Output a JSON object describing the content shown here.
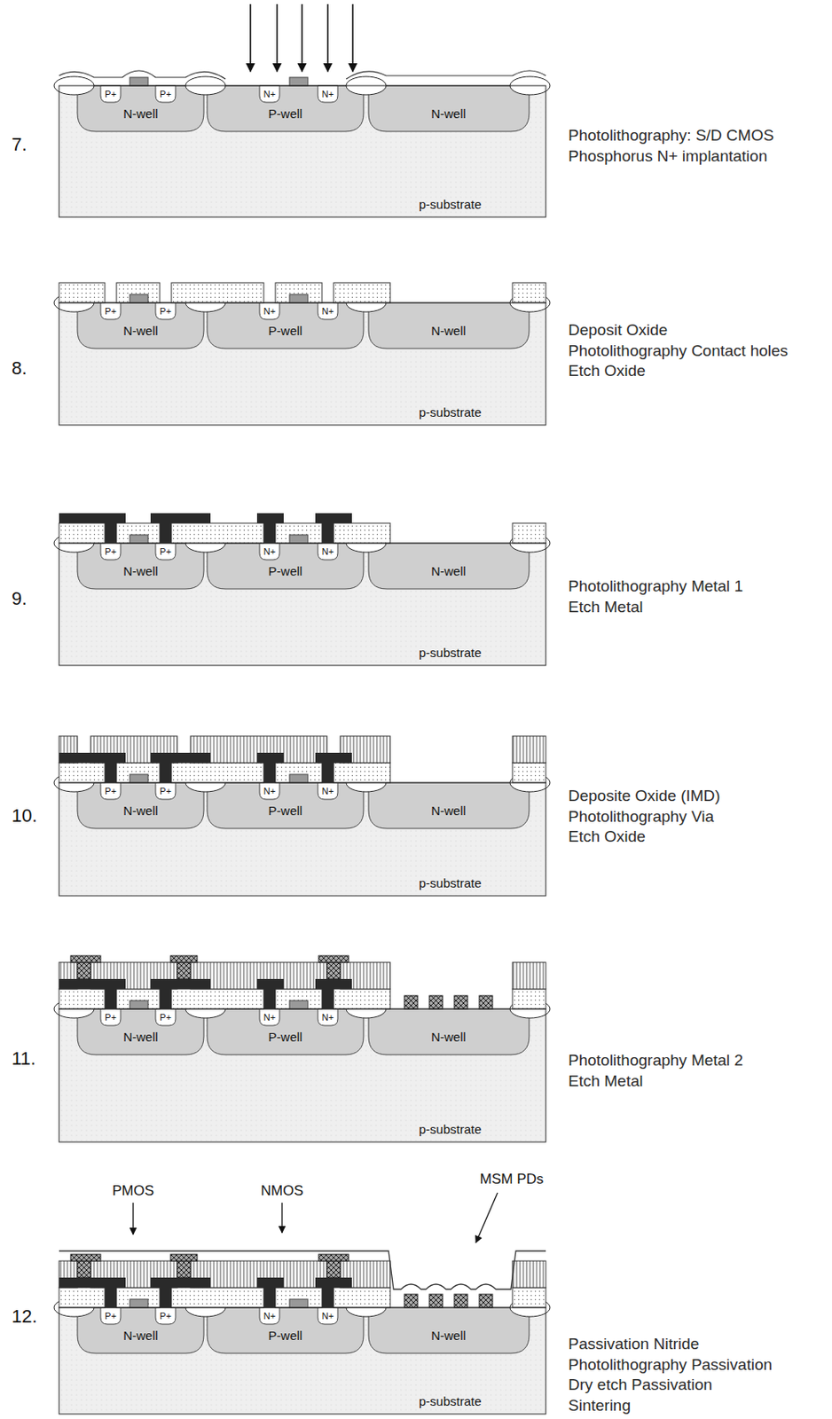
{
  "diagram": {
    "labels": [
      "7.",
      "P+",
      "P+",
      "N+",
      "N+",
      "N-well",
      "P-well",
      "N-well",
      "p-substrate",
      "Photolithography: S/D CMOS",
      "Phosphorus N+ implantation",
      "8.",
      "P+",
      "P+",
      "N+",
      "N+",
      "N-well",
      "P-well",
      "N-well",
      "p-substrate",
      "Deposit Oxide",
      "Photolithography Contact holes",
      "Etch Oxide",
      "9.",
      "P+",
      "P+",
      "N+",
      "N+",
      "N-well",
      "P-well",
      "N-well",
      "p-substrate",
      "Photolithography Metal 1",
      "Etch Metal",
      "10.",
      "P+",
      "P+",
      "N+",
      "N+",
      "N-well",
      "P-well",
      "N-well",
      "p-substrate",
      "Deposite Oxide (IMD)",
      "Photolithography Via",
      "Etch Oxide",
      "11.",
      "P+",
      "P+",
      "N+",
      "N+",
      "N-well",
      "P-well",
      "N-well",
      "p-substrate",
      "Photolithography Metal 2",
      "Etch Metal",
      "PMOS",
      "NMOS",
      "MSM PDs",
      "12.",
      "P+",
      "P+",
      "N+",
      "N+",
      "N-well",
      "P-well",
      "N-well",
      "p-substrate",
      "Passivation Nitride",
      "Photolithography Passivation",
      "Dry etch Passivation",
      "Sintering"
    ]
  }
}
